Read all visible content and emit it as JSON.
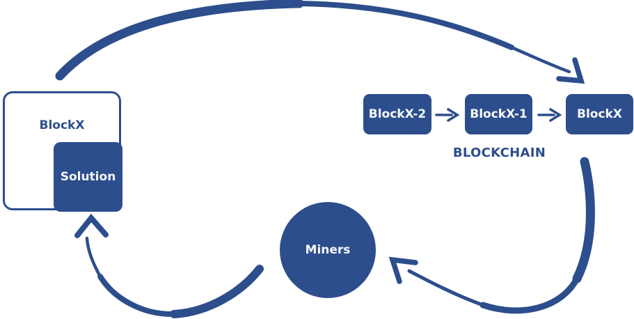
{
  "colors": {
    "primary": "#2d4e8c",
    "text_on_primary": "#f7f8fa",
    "background": "#ffffff"
  },
  "blockx_card": {
    "label": "BlockX",
    "solution_label": "Solution"
  },
  "blockchain": {
    "caption": "BLOCKCHAIN",
    "blocks": [
      {
        "label": "BlockX-2"
      },
      {
        "label": "BlockX-1"
      },
      {
        "label": "BlockX"
      }
    ]
  },
  "miners": {
    "label": "Miners"
  },
  "arrows": {
    "blockx_to_blockchain": "curved-arrow",
    "blockchain_to_miners": "curved-arrow",
    "miners_to_solution": "curved-arrow",
    "blockx2_to_blockx1": "right-arrow",
    "blockx1_to_blockx": "right-arrow"
  }
}
